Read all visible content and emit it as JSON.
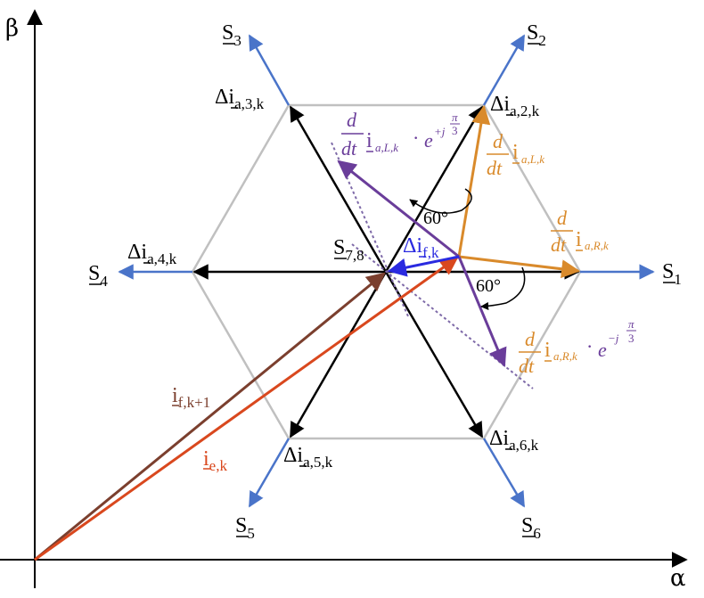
{
  "axes": {
    "alpha": "α",
    "beta": "β"
  },
  "switch_vectors": {
    "s1": {
      "base": "S",
      "sub": "1"
    },
    "s2": {
      "base": "S",
      "sub": "2"
    },
    "s3": {
      "base": "S",
      "sub": "3"
    },
    "s4": {
      "base": "S",
      "sub": "4"
    },
    "s5": {
      "base": "S",
      "sub": "5"
    },
    "s6": {
      "base": "S",
      "sub": "6"
    },
    "s78": {
      "base": "S",
      "sub": "7,8"
    }
  },
  "delta_vectors": {
    "d2": {
      "base": "Δi",
      "sub": "a,2,k"
    },
    "d3": {
      "base": "Δi",
      "sub": "a,3,k"
    },
    "d4": {
      "base": "Δi",
      "sub": "a,4,k"
    },
    "d5": {
      "base": "Δi",
      "sub": "a,5,k"
    },
    "d6": {
      "base": "Δi",
      "sub": "a,6,k"
    },
    "df": {
      "base": "Δi",
      "sub": "f,k"
    }
  },
  "currents": {
    "i_f_next": {
      "base": "i",
      "sub": "f,k+1"
    },
    "i_e": {
      "base": "i",
      "sub": "e,k"
    }
  },
  "derivatives": {
    "d": "d",
    "dt": "dt",
    "i": "i",
    "dot": "·",
    "e": "e",
    "pi": "π",
    "three": "3",
    "sub_L": "a,L,k",
    "sub_R": "a,R,k",
    "exp_plus": "+j",
    "exp_minus": "−j"
  },
  "angles": {
    "upper": "60°",
    "lower": "60°"
  },
  "colors": {
    "hexagon": "#c0c0c0",
    "black_vectors": "#000000",
    "switch_vectors": "#4a74c9",
    "orange": "#d98a2b",
    "purple": "#6a3d9a",
    "blue": "#2a2ae0",
    "brown": "#7b3f2e",
    "red": "#d9481e",
    "dotted": "#7e6aa8"
  }
}
